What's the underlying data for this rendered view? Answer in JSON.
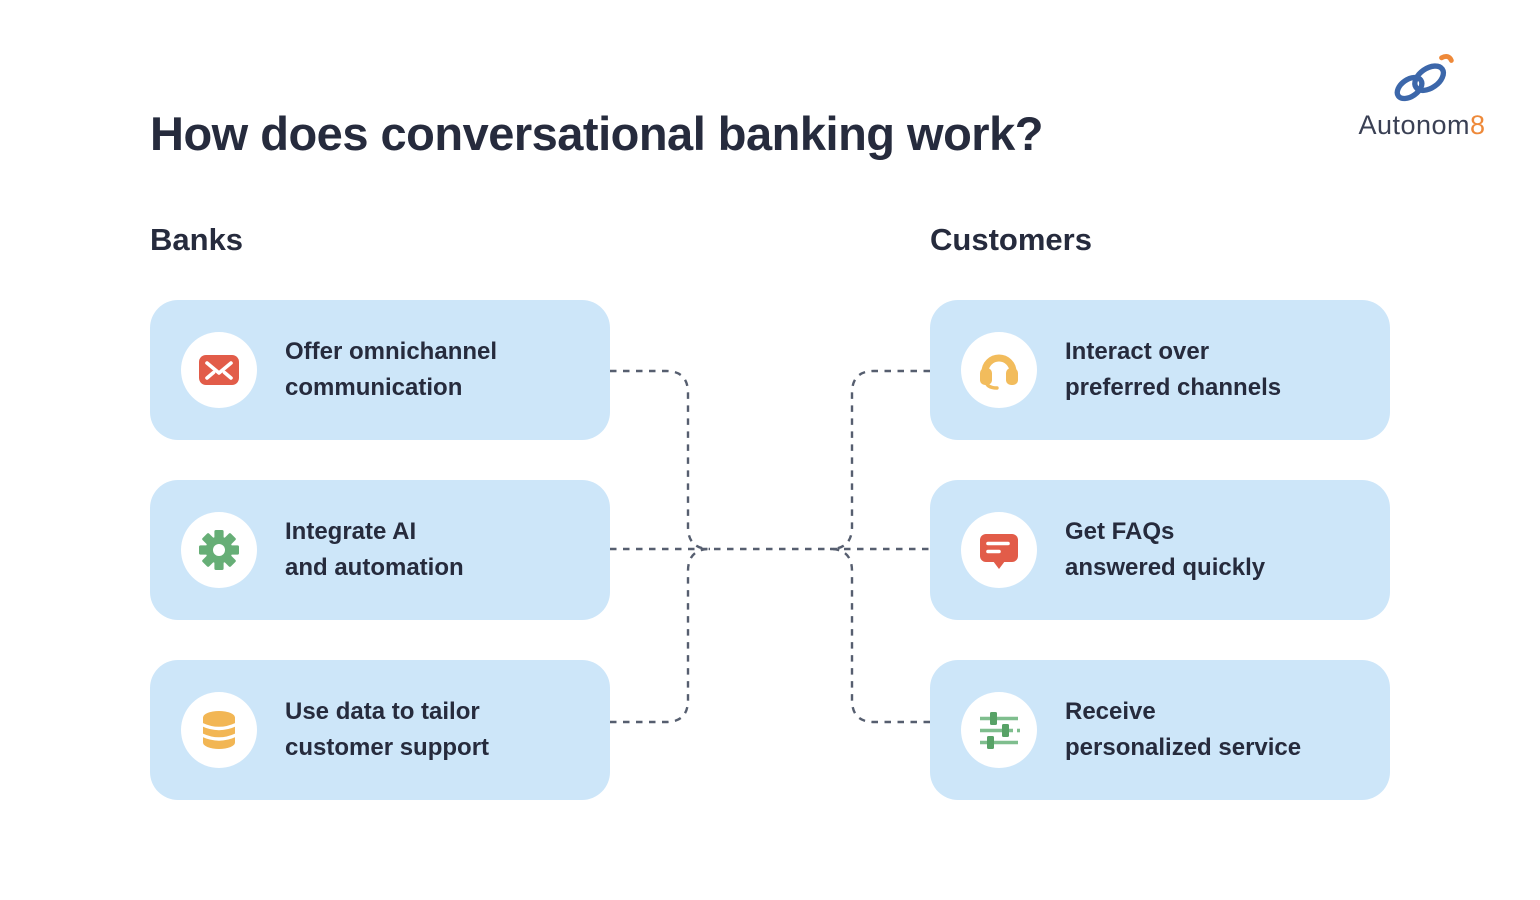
{
  "title": "How does conversational banking work?",
  "logo": {
    "text": "Autonom",
    "accent": "8"
  },
  "colors": {
    "background": "#ffffff",
    "card_bg": "#cde6f9",
    "text_dark": "#262b3d",
    "white": "#ffffff",
    "red": "#e25c49",
    "green": "#66ae76",
    "green_line": "#7fbe8e",
    "green_knob": "#57a266",
    "yellow": "#f2b654",
    "yellow_headset": "#f2bc5c",
    "connector": "#565e6f",
    "logo_blue": "#3c67aa",
    "logo_orange": "#ee8939"
  },
  "banks": {
    "heading": "Banks",
    "cards": [
      {
        "icon": "envelope-icon",
        "line1": "Offer omnichannel",
        "line2": "communication"
      },
      {
        "icon": "gear-icon",
        "line1": "Integrate AI",
        "line2": "and automation"
      },
      {
        "icon": "database-icon",
        "line1": "Use data to tailor",
        "line2": "customer support"
      }
    ]
  },
  "customers": {
    "heading": "Customers",
    "cards": [
      {
        "icon": "headset-icon",
        "line1": "Interact over",
        "line2": "preferred channels"
      },
      {
        "icon": "chat-bubble-icon",
        "line1": "Get FAQs",
        "line2": "answered quickly"
      },
      {
        "icon": "sliders-icon",
        "line1": "Receive",
        "line2": "personalized service"
      }
    ]
  }
}
